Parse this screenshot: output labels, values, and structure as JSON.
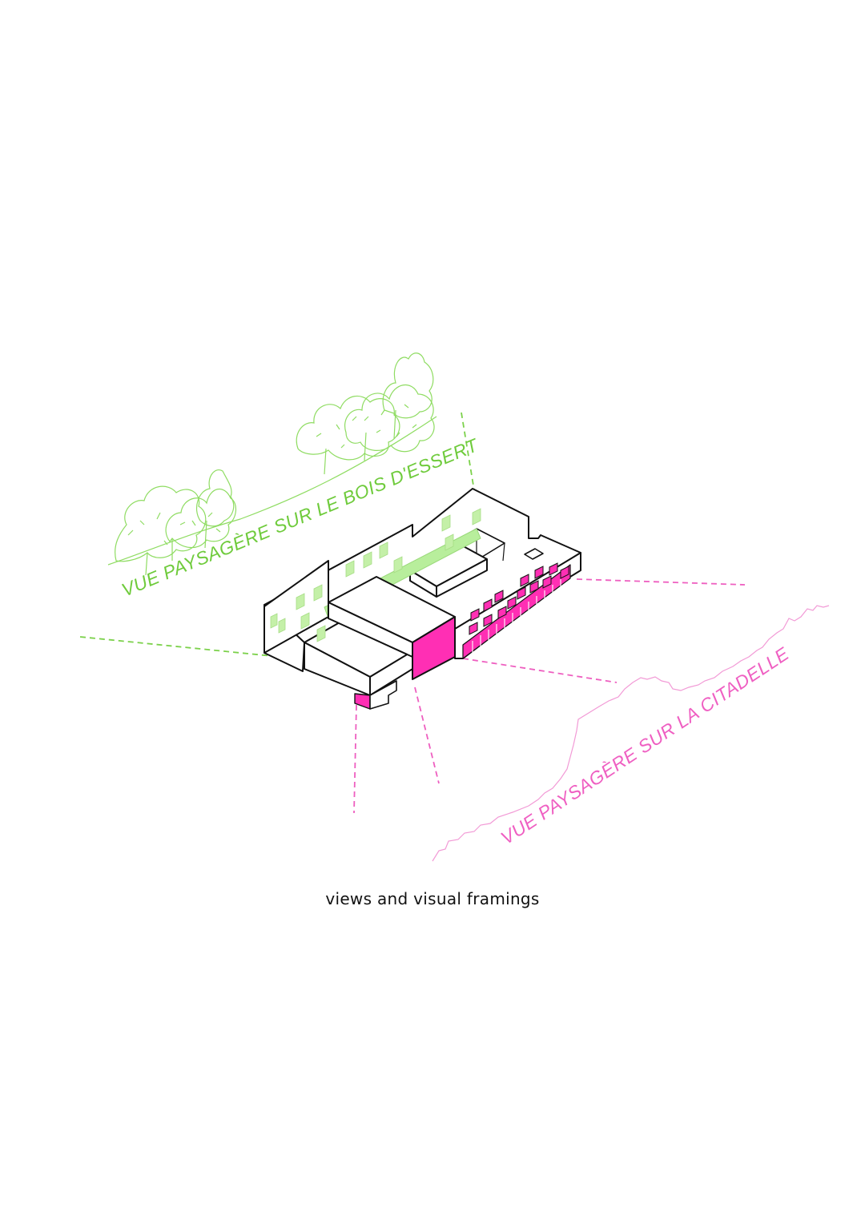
{
  "labels": {
    "green_view": "VUE PAYSAGÈRE SUR LE BOIS D'ESSERT",
    "pink_view": "VUE PAYSAGÈRE SUR LA CITADELLE"
  },
  "caption": "views and visual framings",
  "colors": {
    "green": "#7bd14a",
    "green_fill": "#b8ee9c",
    "pink": "#ee5fc0",
    "magenta": "#ff2fb4",
    "outline": "#111111"
  },
  "icons": {
    "trees": "tree-canopy-outline",
    "mountain": "mountain-ridge-outline"
  }
}
